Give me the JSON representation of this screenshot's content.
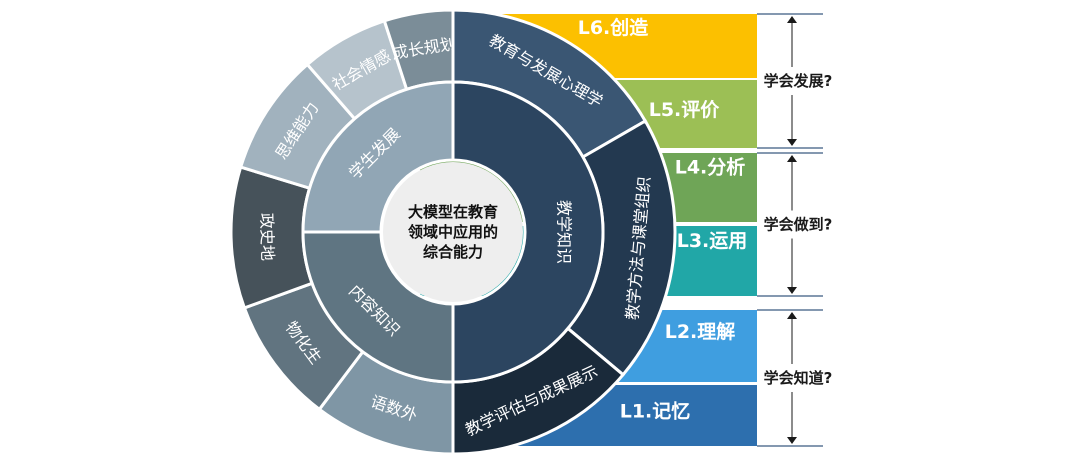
{
  "colors": {
    "outer_left": [
      "#46525a",
      "#617480",
      "#7b8d98",
      "#a1b2be",
      "#b6c3cc",
      "#7f96a5"
    ],
    "outer_right": [
      "#3a5673",
      "#233950",
      "#1a2a3a"
    ],
    "middle_left": [
      "#91a6b5",
      "#5f7582"
    ],
    "middle_right": "#2c4560",
    "center": "#eeeeee"
  },
  "wheel": {
    "center_lines": [
      "大模型在教育",
      "领域中应用的",
      "综合能力"
    ],
    "middle_left": [
      {
        "label": "学生发展",
        "icon": "segment"
      },
      {
        "label": "内容知识",
        "icon": "segment"
      }
    ],
    "middle_right": {
      "label": "教学知识"
    },
    "outer_left": [
      {
        "label": "政史地"
      },
      {
        "label": "物化生"
      },
      {
        "label": "语数外"
      },
      {
        "label": "思维能力"
      },
      {
        "label": "社会情感"
      },
      {
        "label": "成长规划"
      }
    ],
    "outer_right": [
      {
        "label": "教育与发展心理学"
      },
      {
        "label": "教学方法与课堂组织"
      },
      {
        "label": "教学评估与成果展示"
      }
    ]
  },
  "levels": [
    {
      "label": "L6.创造",
      "color": "#fcc000"
    },
    {
      "label": "L5.评价",
      "color": "#9cbf55"
    },
    {
      "label": "L4.分析",
      "color": "#6fa557"
    },
    {
      "label": "L3.运用",
      "color": "#21a7a7"
    },
    {
      "label": "L2.理解",
      "color": "#3f9ee0"
    },
    {
      "label": "L1.记忆",
      "color": "#2d6fae"
    }
  ],
  "brackets": [
    {
      "label": "学会发展?"
    },
    {
      "label": "学会做到?"
    },
    {
      "label": "学会知道?"
    }
  ]
}
